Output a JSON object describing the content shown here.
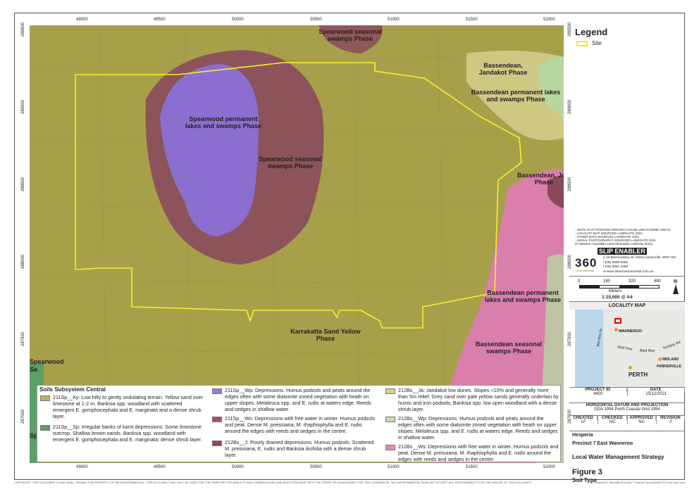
{
  "map": {
    "x_ticks": [
      "49000",
      "49500",
      "50000",
      "50500",
      "51000",
      "51500",
      "52000"
    ],
    "y_ticks": [
      "289500",
      "289000",
      "288500",
      "288000",
      "287500",
      "287000"
    ],
    "labels": {
      "spearwood_top": "Spearwood seasonal swamps Phase",
      "bassendean_jandakot": "Bassendean, Jandakot Phase",
      "bassendean_lakes_top": "Bassendean permanent lakes and swamps Phase",
      "spearwood_lakes": "Spearwood permanent lakes and swamps Phase",
      "spearwood_seasonal": "Spearwood seasonal swamps Phase",
      "bassendean_joel": "Bassendean, Joel Phase",
      "bassendean_lakes_bottom": "Bassendean permanent lakes and swamps Phase",
      "bassendean_seasonal": "Bassendean seasonal swamps Phase",
      "karrakatta": "Karrakatta Sand Yellow Phase",
      "spearwood_left": "Spearwood",
      "sp_cut": "Sp",
      "sa_cut": "Sa"
    },
    "colors": {
      "base": "#a7a04b",
      "spearwood_seasonal": "#8b4a5c",
      "spearwood_lakes": "#8a6fd0",
      "bassendean_pink": "#e07ab8",
      "jandakot": "#d4cc8a",
      "joel": "#b7d6a0",
      "site": "#f7f02a"
    }
  },
  "legend": {
    "title": "Soils Subsystem Central",
    "items": [
      {
        "color": "#b9b26a",
        "text": "211Sp__Ky: Low hilly to gently undulating terrain. Yellow sand over limestone at 1-2 m. Banksia spp. woodland with scattered emergent E. gomphocephala and E. marginata and a dense shrub layer."
      },
      {
        "color": "#5aa064",
        "text": "211Sp__Sp: Irregular banks of karst depressions. Some limestone outcrop. Shallow brown sands. Banksia spp. woodland with emergent E. gomphocephala and E. marginata; dense shrub layer."
      },
      {
        "color": "#9b7ad6",
        "text": "211Sp__Wp: Depressions. Humus podzols and peats around the edges often with some diatomite zoned vegetation with heath on upper slopes. Melaleuca spp. and E. rudis at waters edge. Reeds and sedges in shallow water."
      },
      {
        "color": "#b04a6a",
        "text": "211Sp__Ws: Depressions with free water in winter. Humus podzols and peat. Dense M. preissiana; M. rhaphiophylla and E. rudis around the edges with reeds and sedges in the centre."
      },
      {
        "color": "#8a4a5a",
        "text": "212Bs__J: Poorly drained depressions. Humus podzols. Scattered M. preissiana, E. rudis and Banksia ilicifolia with a dense shrub layer."
      },
      {
        "color": "#d8d08a",
        "text": "212Bs__Ja: Jandakot low dunes. Slopes <10% and generally more than 5m relief. Grey sand over pale yellow sands generally underlain by humic and iron podsols; Banksia spp. low open woodland with a dense shrub layer."
      },
      {
        "color": "#c6e0a8",
        "text": "212Bs__Wp: Depressions. Humus podzols and peats around the edges often with some diatomite zoned vegetation with heath on upper slopes. Melaleuca spp. and E. rudis at waters edge. Reeds and sedges in shallow water."
      },
      {
        "color": "#e68ac0",
        "text": "212Bs__Ws: Depressions with free water in winter. Humus podzols and peat. Dense M. preissiana; M. rhaphiophylla and E. rudis around the edges with reeds and sedges in the centre."
      }
    ]
  },
  "panel": {
    "legend_title": "Legend",
    "site_label": "Site",
    "notes": [
      "- NOTE THAT POSITION ERRORS CAN BE ±5M IN SOME AREAS",
      "- LOCALITY MAP SOURCED LANDGATE 2021",
      "- OTHER DATA SOURCED LANDGATE 2021",
      "- AERIAL PHOTOGRAPHY SOURCED LANDGATE 2021",
      "(© Western Australian Land Information Authority 2021)"
    ],
    "data_source": "SLIP ENABLER",
    "company": "360",
    "company_sub": "environmental",
    "address": "a 10 Bermondsey St, West Leederville, 6007 WA",
    "phone": "t (08) 9388 8360",
    "fax": "f (08) 9381 2360",
    "web": "w www.360environmental.com.au",
    "scale_ticks": [
      "0",
      "160",
      "320",
      "480"
    ],
    "scale_unit": "Meters",
    "scale_text": "1:15,000  @ A4",
    "north": "N",
    "locality_title": "LOCALITY MAP",
    "locality_labels": {
      "wanneroo": "WANNEROO",
      "reid1": "Reid Hwy",
      "reid2": "Reid Hwy",
      "toodyay": "Toodyay Rd",
      "midland": "MIDLAND",
      "perth": "PERTH",
      "parkerville": "PARKERVILLE",
      "marmion": "Marmion Av"
    },
    "project_id_label": "PROJECT ID",
    "project_id": "4450",
    "date_label": "DATE",
    "date": "15/12/2021",
    "datum_label": "HORIZONTAL DATUM AND PROJECTION",
    "datum": "GDA 1994 Perth Coastal Grid 1994",
    "created_label": "CREATED",
    "created": "LF",
    "checked_label": "CHECKED",
    "checked": "NC",
    "approved_label": "APPROVED",
    "approved": "NC",
    "revision_label": "REVISION",
    "revision": "0",
    "client": "Hesperia",
    "project": "Precinct 7 East Wanneroo",
    "strategy": "Local Water Management Strategy",
    "figure": "Figure 3",
    "figure_title": "Soil Type"
  },
  "footer": {
    "copyright": "COPYRIGHT: THIS DOCUMENT IS AND SHALL REMAIN THE PROPERTY OF 360 ENVIRONMENTAL. THIS DOCUMENT MAY ONLY BE USED FOR THE PURPOSE FOR WHICH IT WAS COMMISSIONED AND IN ACCORDANCE WITH THE TERMS OF ENGAGEMENT FOR THE COMMISSION. 360 ENVIRONMENTAL DOES NOT ACCEPT ANY RESPONSIBILITY FOR THE MISUSE OF THIS DOCUMENT.",
    "path": "K:\\Projects\\2. WA\\4450 Precinct 7 Feature Survey\\4450 F03 Soil Type.mxd"
  }
}
